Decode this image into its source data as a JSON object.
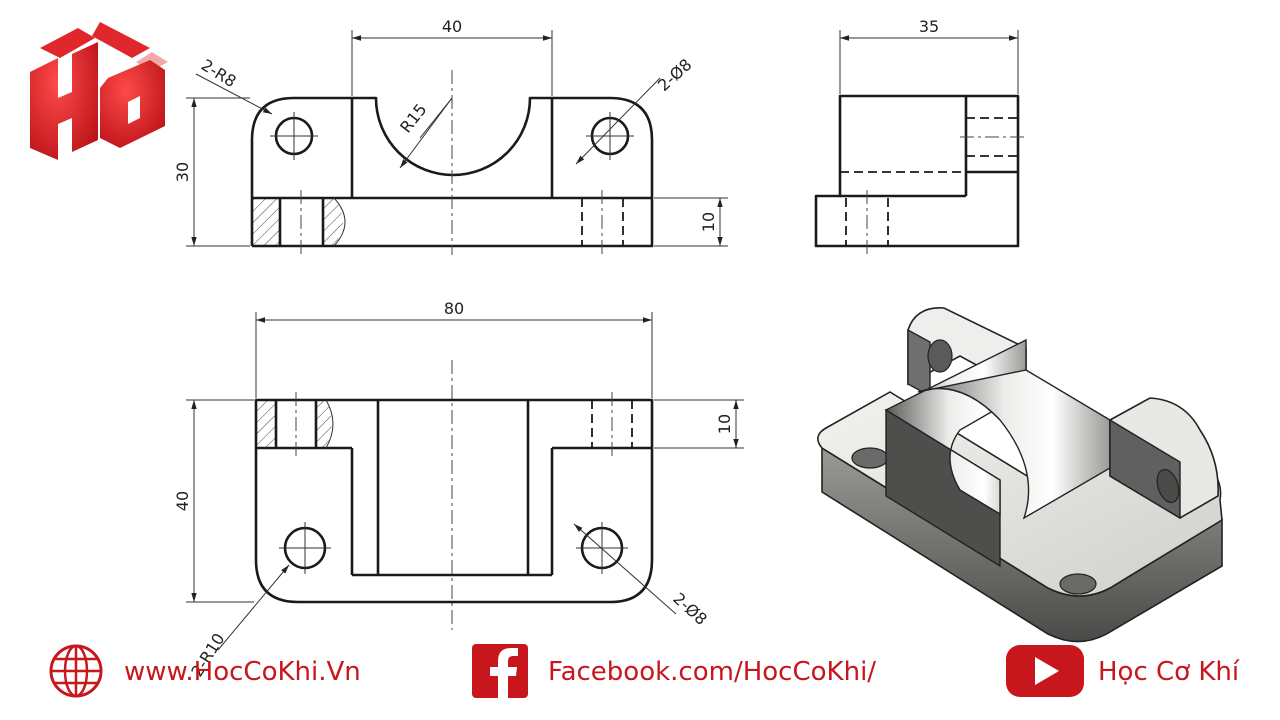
{
  "dimensions": {
    "front": {
      "overall_width": "40",
      "height": "30",
      "base_height": "10",
      "fillet": "2-R8",
      "saddle_radius": "R15",
      "holes": "2-Ø8"
    },
    "side": {
      "depth": "35"
    },
    "top": {
      "overall_length": "80",
      "depth": "40",
      "slot_depth": "10",
      "fillet": "2-R10",
      "holes": "2-Ø8"
    }
  },
  "footer": {
    "website": "www.HocCoKhi.Vn",
    "facebook": "Facebook.com/HocCoKhi/",
    "youtube": "Học Cơ Khí"
  },
  "colors": {
    "brand_red": "#c8161d",
    "line": "#1a1a1a"
  },
  "icons": [
    "hc-logo",
    "globe-icon",
    "facebook-icon",
    "youtube-icon"
  ]
}
